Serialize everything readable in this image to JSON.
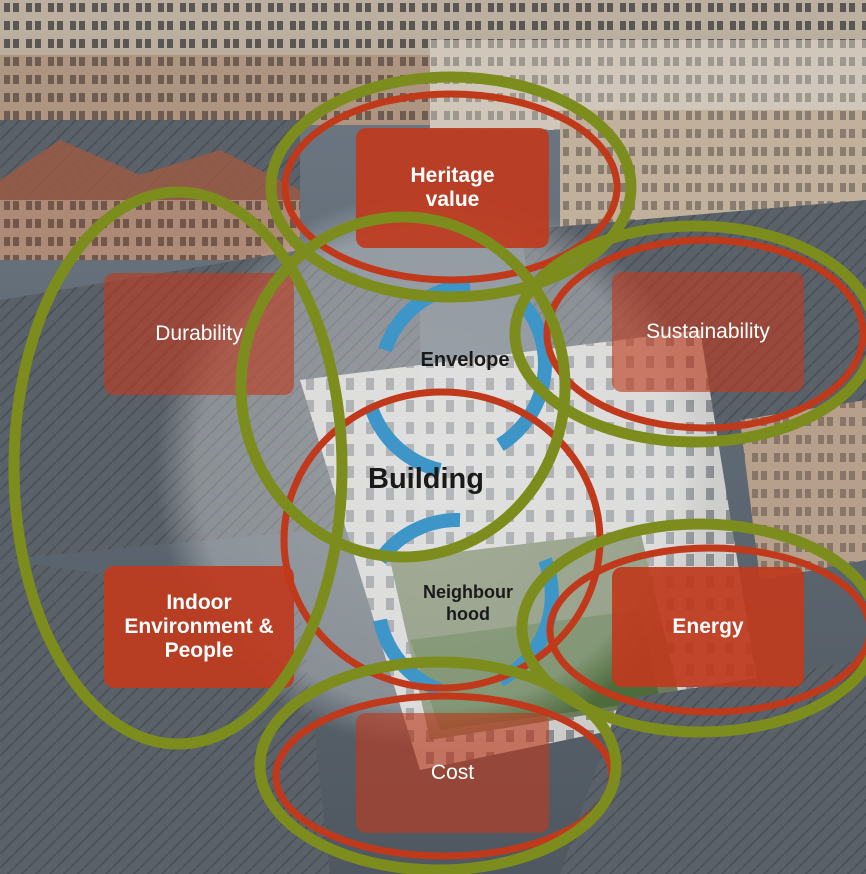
{
  "colors": {
    "box": "#be3a1e",
    "red_ellipse": "#c0391b",
    "green_ellipse": "#7d8d1d",
    "cycle_arrow": "#3d95c8"
  },
  "diagram": {
    "center_label": "Building",
    "inner_labels": {
      "envelope": "Envelope",
      "neighbourhood": "Neighbour hood"
    },
    "boxes": {
      "heritage": "Heritage value",
      "durability": "Durability",
      "sustainability": "Sustainability",
      "indoor": "Indoor Environment & People",
      "energy": "Energy",
      "cost": "Cost"
    }
  }
}
